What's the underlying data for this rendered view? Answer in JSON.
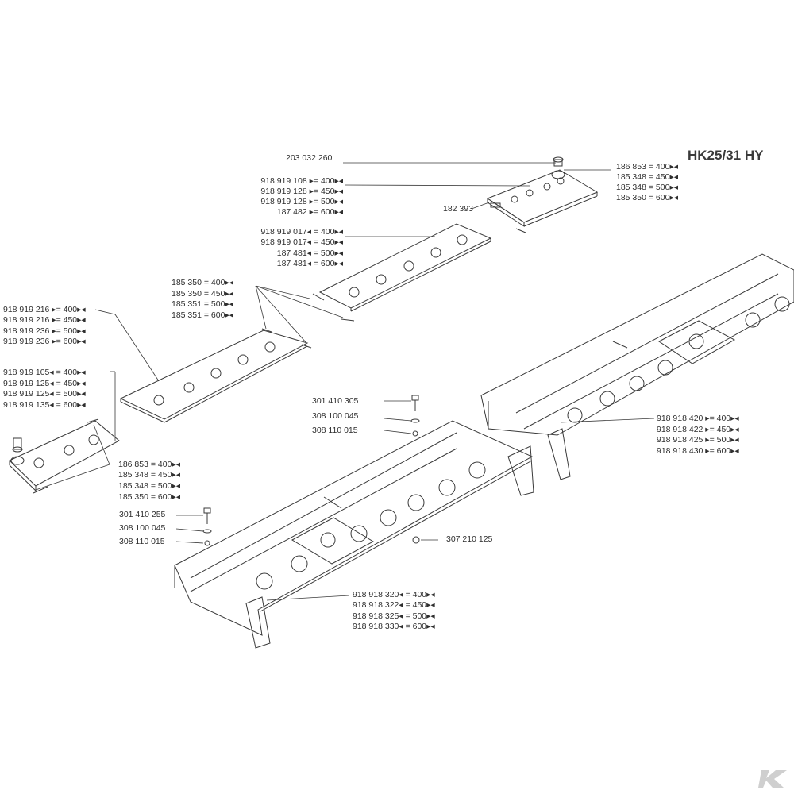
{
  "model": "HK25/31 HY",
  "callouts": {
    "top_knob": "203 032 260",
    "top_plate_right": [
      "186 853 = 400▸◂",
      "185 348 = 450▸◂",
      "185 348 = 500▸◂",
      "185 350 = 600▸◂"
    ],
    "top_plate_left": [
      "918 919 108 ▸= 400▸◂",
      "918 919 128 ▸= 450▸◂",
      "918 919 128 ▸= 500▸◂",
      "187 482 ▸= 600▸◂"
    ],
    "top_plate_bar": "182 393",
    "mid_plate_upper": [
      "918 919 017◂ = 400▸◂",
      "918 919 017◂ = 450▸◂",
      "187 481◂ = 500▸◂",
      "187 481◂ = 600▸◂"
    ],
    "connector_bars": [
      "185 350 = 400▸◂",
      "185 350 = 450▸◂",
      "185 351 = 500▸◂",
      "185 351 = 600▸◂"
    ],
    "mid_plate_lower": [
      "918 919 216 ▸= 400▸◂",
      "918 919 216 ▸= 450▸◂",
      "918 919 236 ▸= 500▸◂",
      "918 919 236 ▸= 600▸◂"
    ],
    "left_plate": [
      "918 919 105◂ = 400▸◂",
      "918 919 125◂ = 450▸◂",
      "918 919 125◂ = 500▸◂",
      "918 919 135◂ = 600▸◂"
    ],
    "left_plate_bar": [
      "186 853 = 400▸◂",
      "185 348 = 450▸◂",
      "185 348 = 500▸◂",
      "185 350 = 600▸◂"
    ],
    "bolt_upper": [
      "301 410 305",
      "308 100 045",
      "308 110 015"
    ],
    "bolt_lower": [
      "301 410 255",
      "308 100 045",
      "308 110 015"
    ],
    "nut": "307 210 125",
    "frame_right": [
      "918 918 420 ▸= 400▸◂",
      "918 918 422 ▸= 450▸◂",
      "918 918 425 ▸= 500▸◂",
      "918 918 430 ▸= 600▸◂"
    ],
    "frame_left": [
      "918 918 320◂ = 400▸◂",
      "918 918 322◂ = 450▸◂",
      "918 918 325◂ = 500▸◂",
      "918 918 330◂ = 600▸◂"
    ]
  },
  "colors": {
    "line": "#3a3a3a",
    "paper": "#ffffff",
    "logo": "#cfcfcf"
  },
  "icons": {
    "brand_logo": "k-logo"
  }
}
